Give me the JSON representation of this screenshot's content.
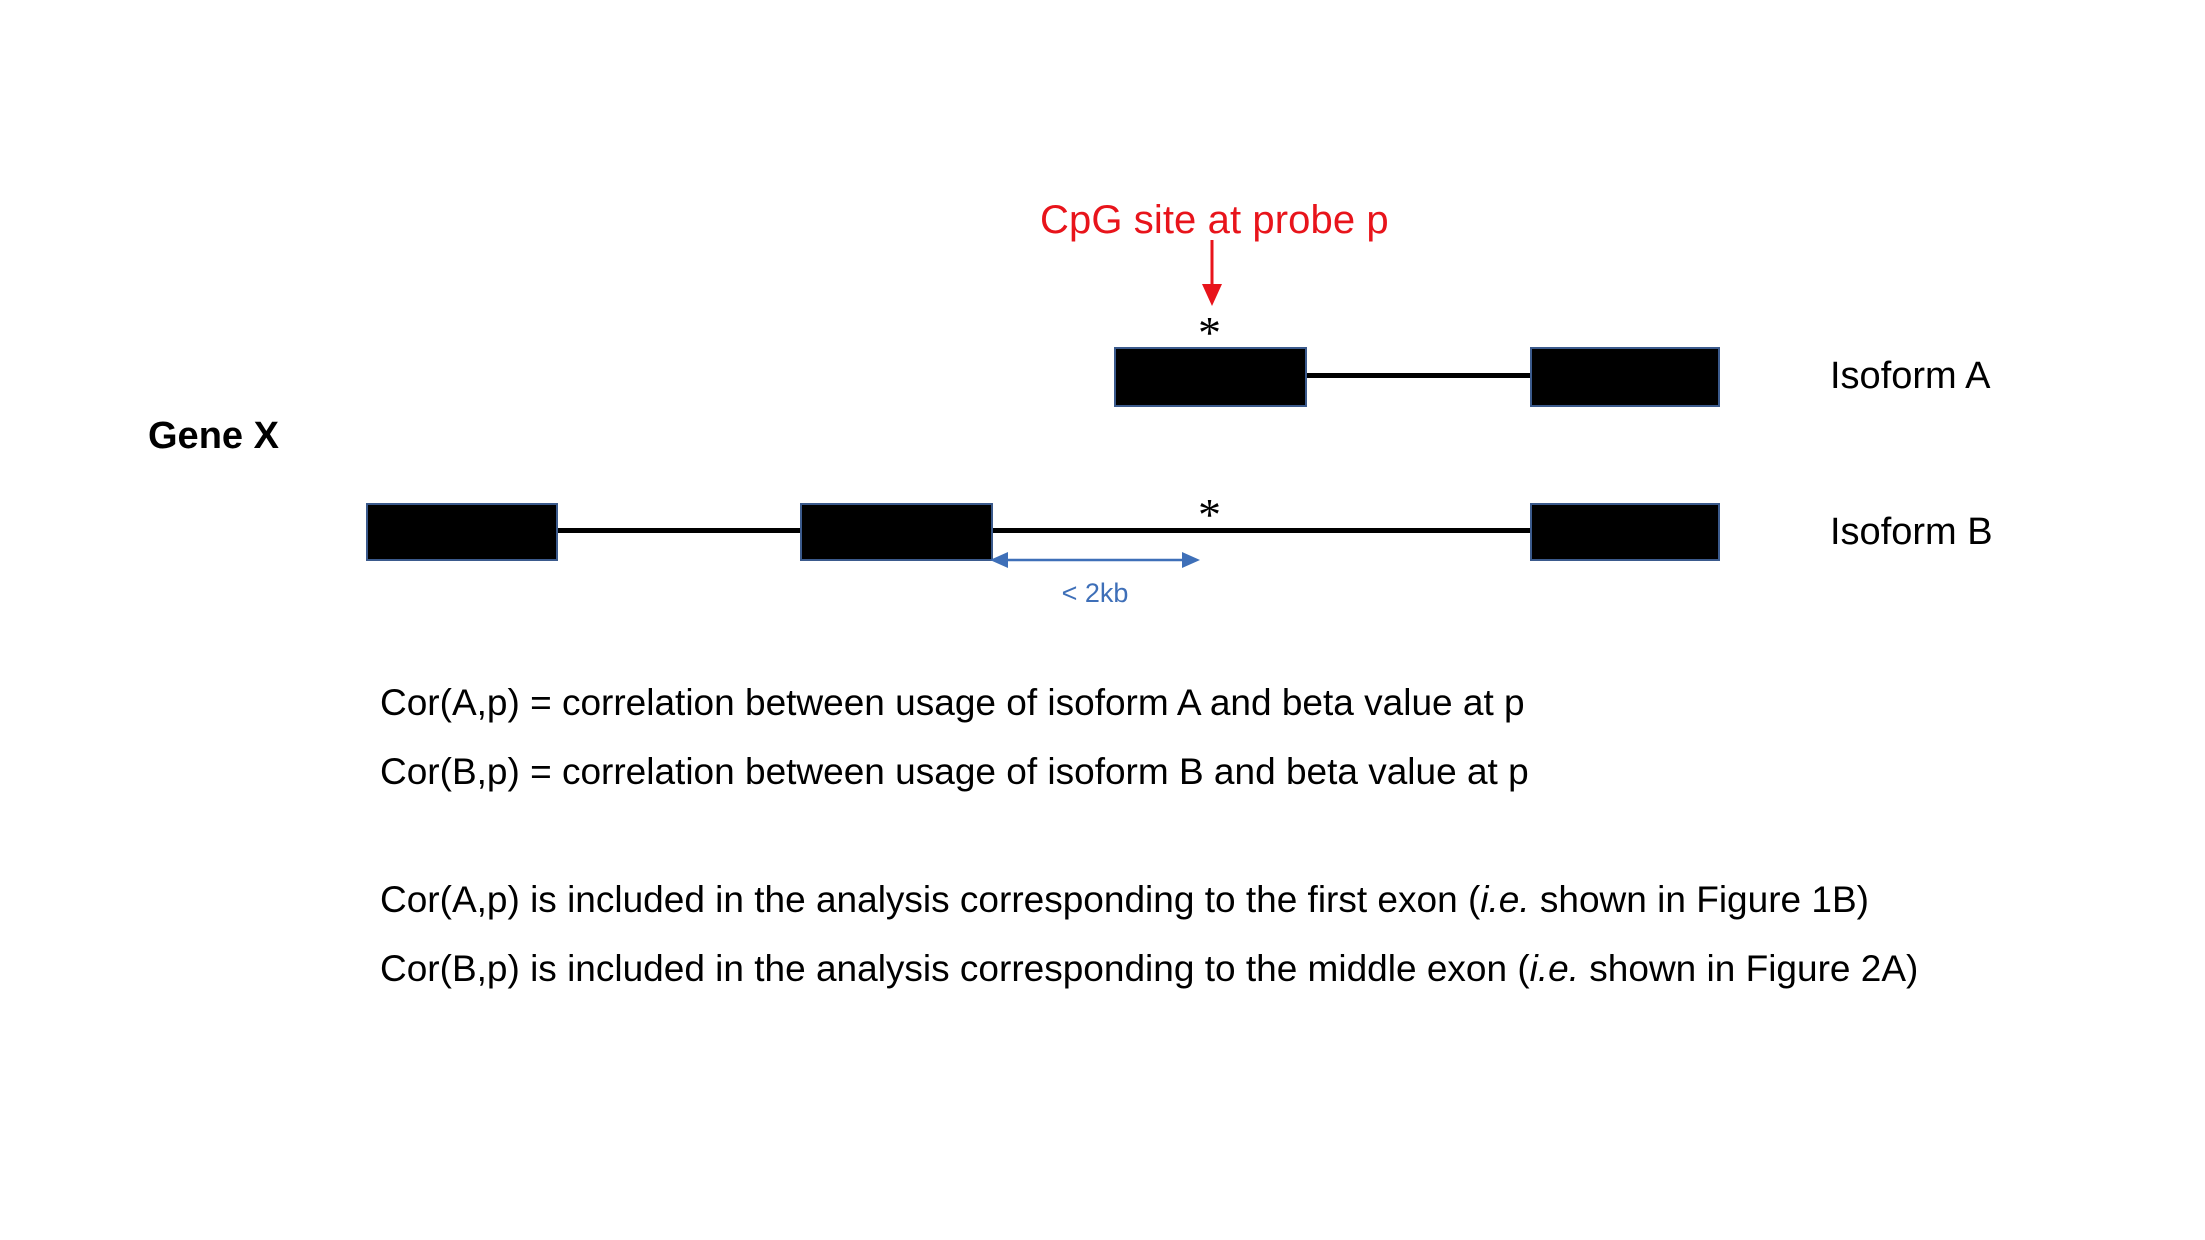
{
  "annotation": {
    "cpg_label": "CpG site at probe p",
    "cpg_arrow_icon": "down-arrow-icon",
    "cpg_color": "#E8141B",
    "marker_isoform_a": "*",
    "marker_isoform_b": "*"
  },
  "gene": {
    "label": "Gene X"
  },
  "isoforms": [
    {
      "id": "a",
      "label": "Isoform A",
      "exon_count": 2
    },
    {
      "id": "b",
      "label": "Isoform B",
      "exon_count": 3
    }
  ],
  "distance_marker": {
    "label": "< 2kb",
    "color": "#3E6FB8",
    "arrow_icon": "double-headed-arrow-icon"
  },
  "caption": {
    "line1_prefix": "Cor(A,p) = correlation between usage of isoform A and beta value at p",
    "line2_prefix": "Cor(B,p) = correlation between usage of isoform B and beta value at p",
    "line3_before": "Cor(A,p) is included in the analysis corresponding to the first exon (",
    "line3_italic": "i.e.",
    "line3_after": " shown in Figure 1B)",
    "line4_before": "Cor(B,p) is included in the analysis corresponding to the middle exon (",
    "line4_italic": "i.e.",
    "line4_after": " shown in Figure 2A)"
  }
}
